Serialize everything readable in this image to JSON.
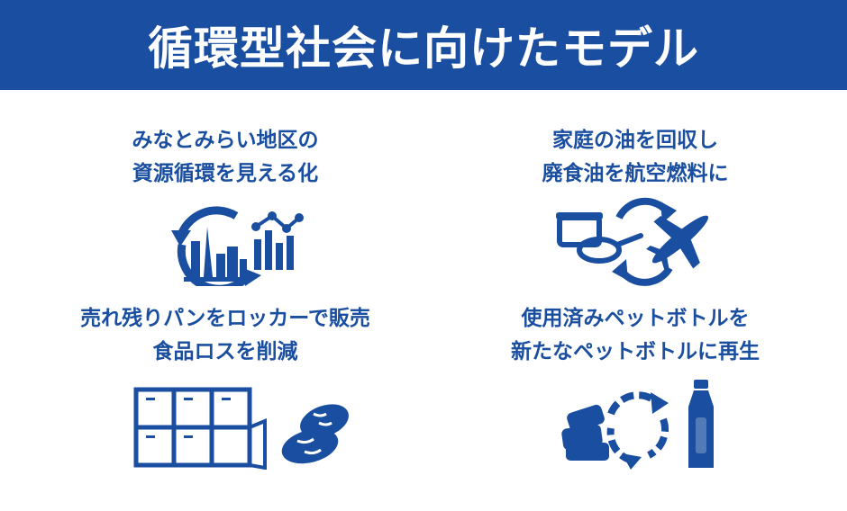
{
  "title": "循環型社会に向けたモデル",
  "colors": {
    "brand": "#1a4ea0",
    "background": "#ffffff"
  },
  "items": [
    {
      "line1": "みなとみらい地区の",
      "line2": "資源循環を見える化",
      "icon": "city-recycle-chart-icon"
    },
    {
      "line1": "家庭の油を回収し",
      "line2": "廃食油を航空燃料に",
      "icon": "oil-to-airplane-icon"
    },
    {
      "line1": "売れ残りパンをロッカーで販売",
      "line2": "食品ロスを削減",
      "icon": "bread-locker-icon"
    },
    {
      "line1": "使用済みペットボトルを",
      "line2": "新たなペットボトルに再生",
      "icon": "bottle-recycle-icon"
    }
  ]
}
